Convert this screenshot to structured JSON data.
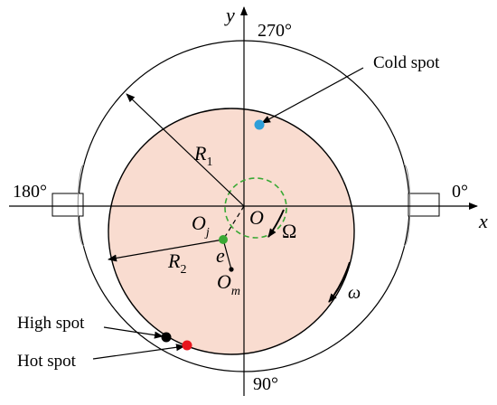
{
  "axes": {
    "x_label": "x",
    "y_label": "y",
    "angle_top": "270°",
    "angle_bottom": "90°",
    "angle_left": "180°",
    "angle_right": "0°"
  },
  "labels": {
    "r1": "R",
    "r1_sub": "1",
    "r2": "R",
    "r2_sub": "2",
    "oj": "O",
    "oj_sub": "j",
    "o": "O",
    "e": "e",
    "om": "O",
    "om_sub": "m",
    "omega_big": "Ω",
    "omega_small": "ω"
  },
  "callouts": {
    "cold_spot": "Cold spot",
    "high_spot": "High spot",
    "hot_spot": "Hot spot"
  },
  "colors": {
    "journal_fill": "#f9dcd0",
    "cold_spot": "#2e9fd9",
    "hot_spot": "#e8141c",
    "high_spot": "#000000",
    "orbit": "#3aa935",
    "oj_point": "#3aa935"
  }
}
